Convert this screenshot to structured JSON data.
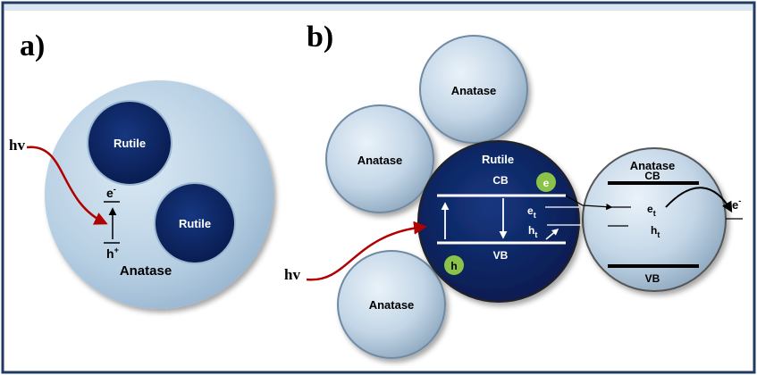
{
  "panel_a": {
    "label": "a)",
    "light": "hv",
    "electron": "e",
    "electron_sup": "-",
    "hole": "h",
    "hole_sup": "+",
    "rutile_1": "Rutile",
    "rutile_2": "Rutile",
    "anatase": "Anatase"
  },
  "panel_b": {
    "label": "b)",
    "light": "hv",
    "anatase_top": "Anatase",
    "anatase_left": "Anatase",
    "anatase_bottom": "Anatase",
    "rutile": "Rutile",
    "rutile_cb": "CB",
    "rutile_vb": "VB",
    "e_badge": "e",
    "h_badge": "h",
    "et": "e",
    "et_sub": "t",
    "ht": "h",
    "ht_sub": "t",
    "anatase_right": "Anatase",
    "anatase_right_cb": "CB",
    "anatase_right_vb": "VB",
    "anatase_right_et": "e",
    "anatase_right_et_sub": "t",
    "anatase_right_ht": "h",
    "anatase_right_ht_sub": "t",
    "e_out": "e",
    "e_out_sup": "-"
  },
  "colors": {
    "frame": "#1f3a63",
    "anatase_light": "#c9dbea",
    "anatase_shade": "#8fb0cc",
    "rutile_dark": "#0d2666",
    "arrow_red": "#b00000",
    "badge_green": "#8bc34a"
  }
}
